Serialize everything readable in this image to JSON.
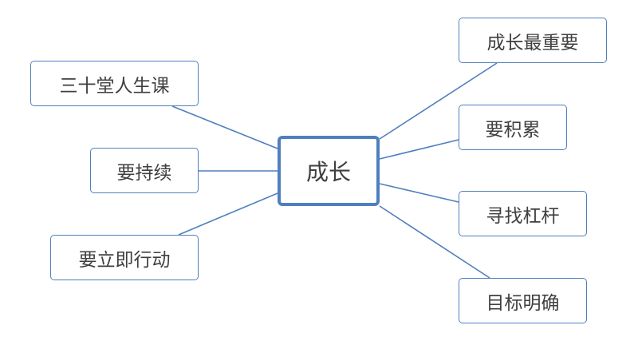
{
  "center": {
    "label": "成长"
  },
  "left_nodes": [
    {
      "label": "三十堂人生课"
    },
    {
      "label": "要持续"
    },
    {
      "label": "要立即行动"
    }
  ],
  "right_nodes": [
    {
      "label": "成长最重要"
    },
    {
      "label": "要积累"
    },
    {
      "label": "寻找杠杆"
    },
    {
      "label": "目标明确"
    }
  ],
  "colors": {
    "border": "#4f7fbd",
    "line": "#4f7fbd",
    "text": "#3f3f3f",
    "background": "#ffffff"
  }
}
